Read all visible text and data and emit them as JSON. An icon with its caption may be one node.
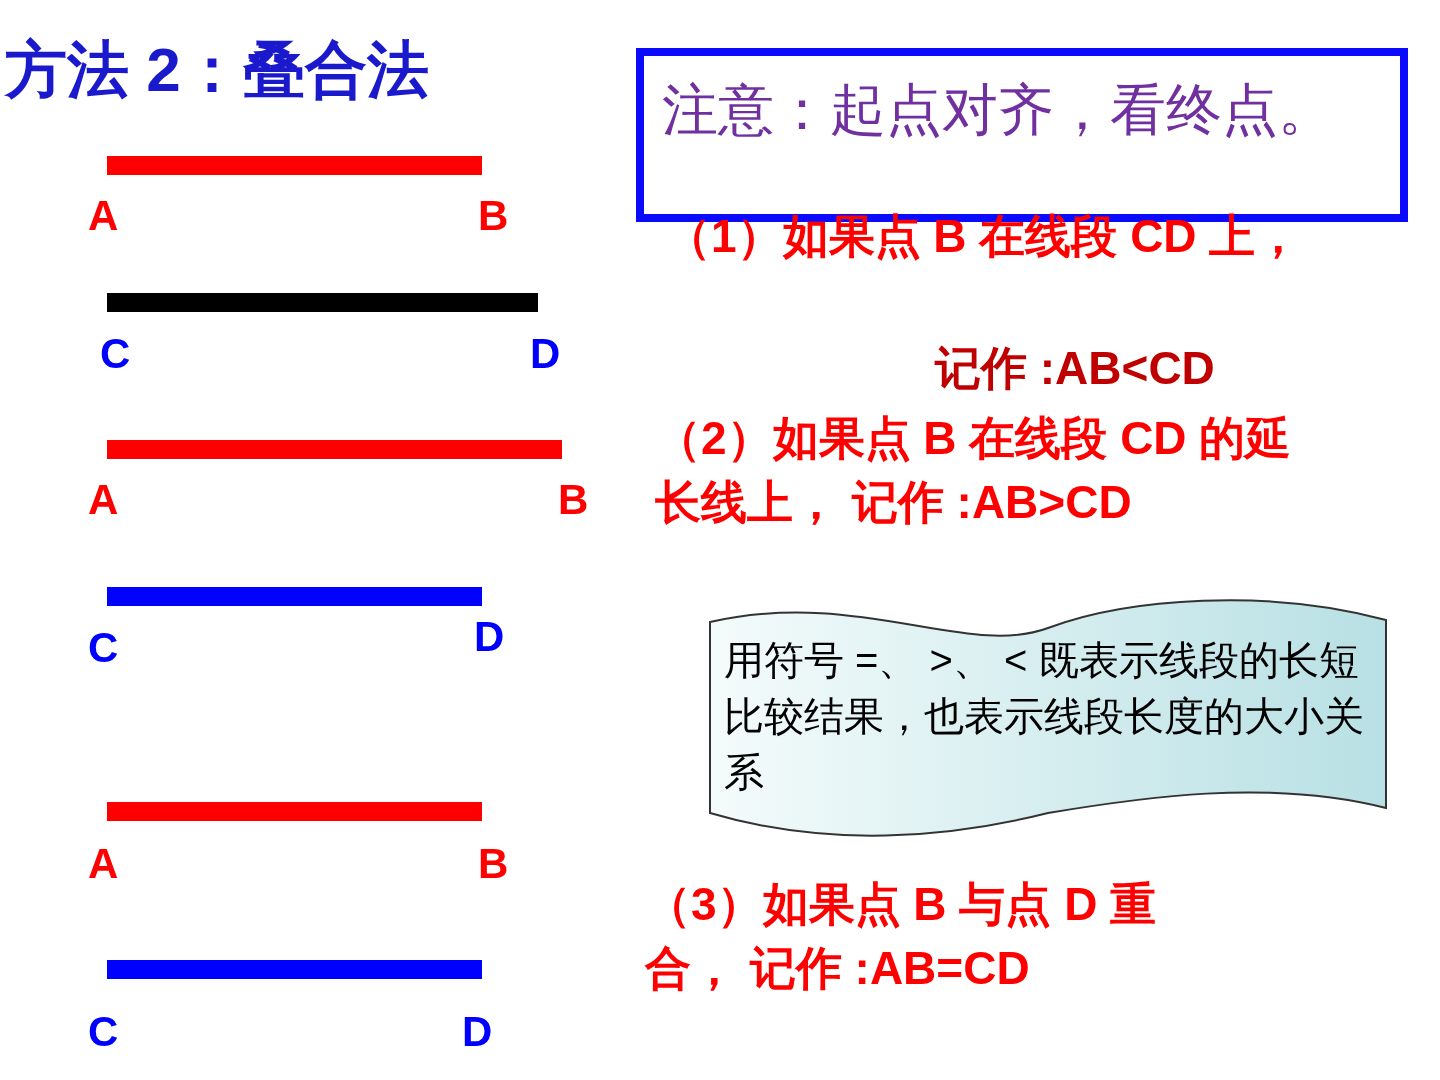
{
  "diagram": {
    "title": "方法 2：叠合法",
    "nodes": [
      {
        "text": [
          "注意：起点对齐，看终点。"
        ]
      },
      {
        "text": [
          "用符号 =、 >、 < 既表示线段的长短比较结果，也表示线段长度的大小关系"
        ]
      },
      {
        "text": [],
        "shape": "bar"
      },
      {
        "text": [],
        "shape": "bar"
      },
      {
        "text": [],
        "shape": "bar"
      },
      {
        "text": [],
        "shape": "bar"
      },
      {
        "text": [],
        "shape": "bar"
      },
      {
        "text": [],
        "shape": "bar"
      }
    ],
    "edges": [],
    "labels": [
      "A",
      "B",
      "C",
      "D",
      "A",
      "B",
      "C",
      "D",
      "A",
      "B",
      "C",
      "D",
      "（1）如果点 B 在线段 CD 上，",
      "记作 :AB<CD",
      "（2）如果点 B 在线段 CD 的延长线上， 记作 :AB>CD",
      "（3）如果点 B 与点 D 重合， 记作 :AB=CD"
    ]
  }
}
